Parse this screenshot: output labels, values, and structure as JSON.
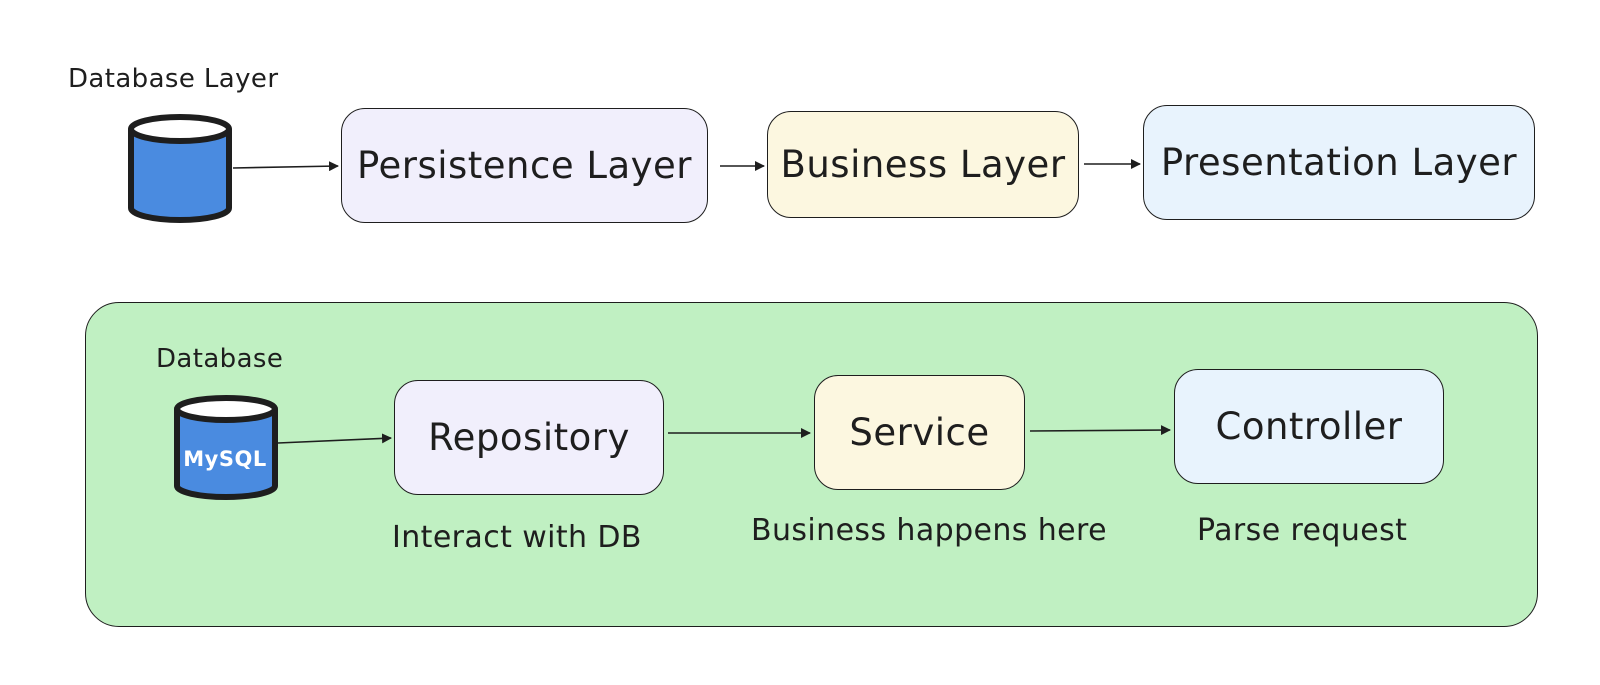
{
  "top_row": {
    "database_label": "Database Layer",
    "persistence": "Persistence Layer",
    "business": "Business Layer",
    "presentation": "Presentation Layer"
  },
  "bottom_row": {
    "database_label": "Database",
    "db_text": "MySQL",
    "repository": "Repository",
    "service": "Service",
    "controller": "Controller",
    "repository_caption": "Interact with DB",
    "service_caption": "Business happens here",
    "controller_caption": "Parse request"
  },
  "colors": {
    "db_fill": "#4a8be0",
    "group_fill": "#c0f0c2",
    "persistence_fill": "#f1effc",
    "business_fill": "#fcf7e0",
    "presentation_fill": "#e8f3fd"
  },
  "icons": {
    "database": "cylinder-icon"
  }
}
